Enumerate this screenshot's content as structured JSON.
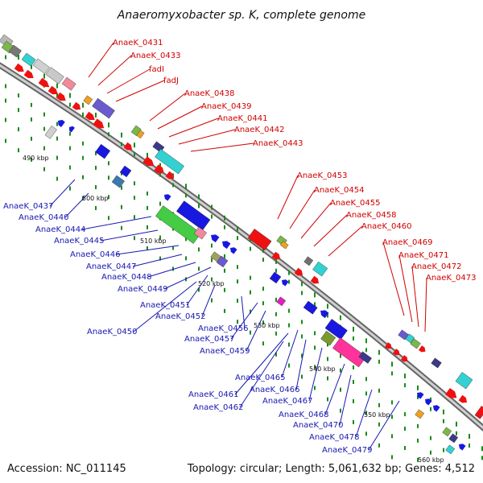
{
  "title": "Anaeromyxobacter sp. K, complete genome",
  "footer": {
    "accession": "Accession: NC_011145",
    "stats": "Topology: circular; Length: 5,061,632 bp; Genes: 4,512"
  },
  "colors": {
    "plus_strand_label": "#d00000",
    "minus_strand_label": "#1818b0",
    "backbone": "#8a8a8a",
    "tick_marks": "#1a8a1a"
  },
  "ticks": [
    "490 kbp",
    "500 kbp",
    "510 kbp",
    "520 kbp",
    "530 kbp",
    "540 kbp",
    "550 kbp",
    "560 kbp"
  ],
  "plus_genes": [
    "AnaeK_0431",
    "AnaeK_0433",
    "fadI",
    "fadJ",
    "AnaeK_0438",
    "AnaeK_0439",
    "AnaeK_0441",
    "AnaeK_0442",
    "AnaeK_0443",
    "AnaeK_0453",
    "AnaeK_0454",
    "AnaeK_0455",
    "AnaeK_0458",
    "AnaeK_0460",
    "AnaeK_0469",
    "AnaeK_0471",
    "AnaeK_0472",
    "AnaeK_0473"
  ],
  "minus_genes": [
    "AnaeK_0437",
    "AnaeK_0440",
    "AnaeK_0444",
    "AnaeK_0445",
    "AnaeK_0446",
    "AnaeK_0447",
    "AnaeK_0448",
    "AnaeK_0449",
    "AnaeK_0451",
    "AnaeK_0452",
    "AnaeK_0450",
    "AnaeK_0456",
    "AnaeK_0457",
    "AnaeK_0459",
    "AnaeK_0465",
    "AnaeK_0461",
    "AnaeK_0466",
    "AnaeK_0462",
    "AnaeK_0467",
    "AnaeK_0468",
    "AnaeK_0470",
    "AnaeK_0478",
    "AnaeK_0479"
  ]
}
